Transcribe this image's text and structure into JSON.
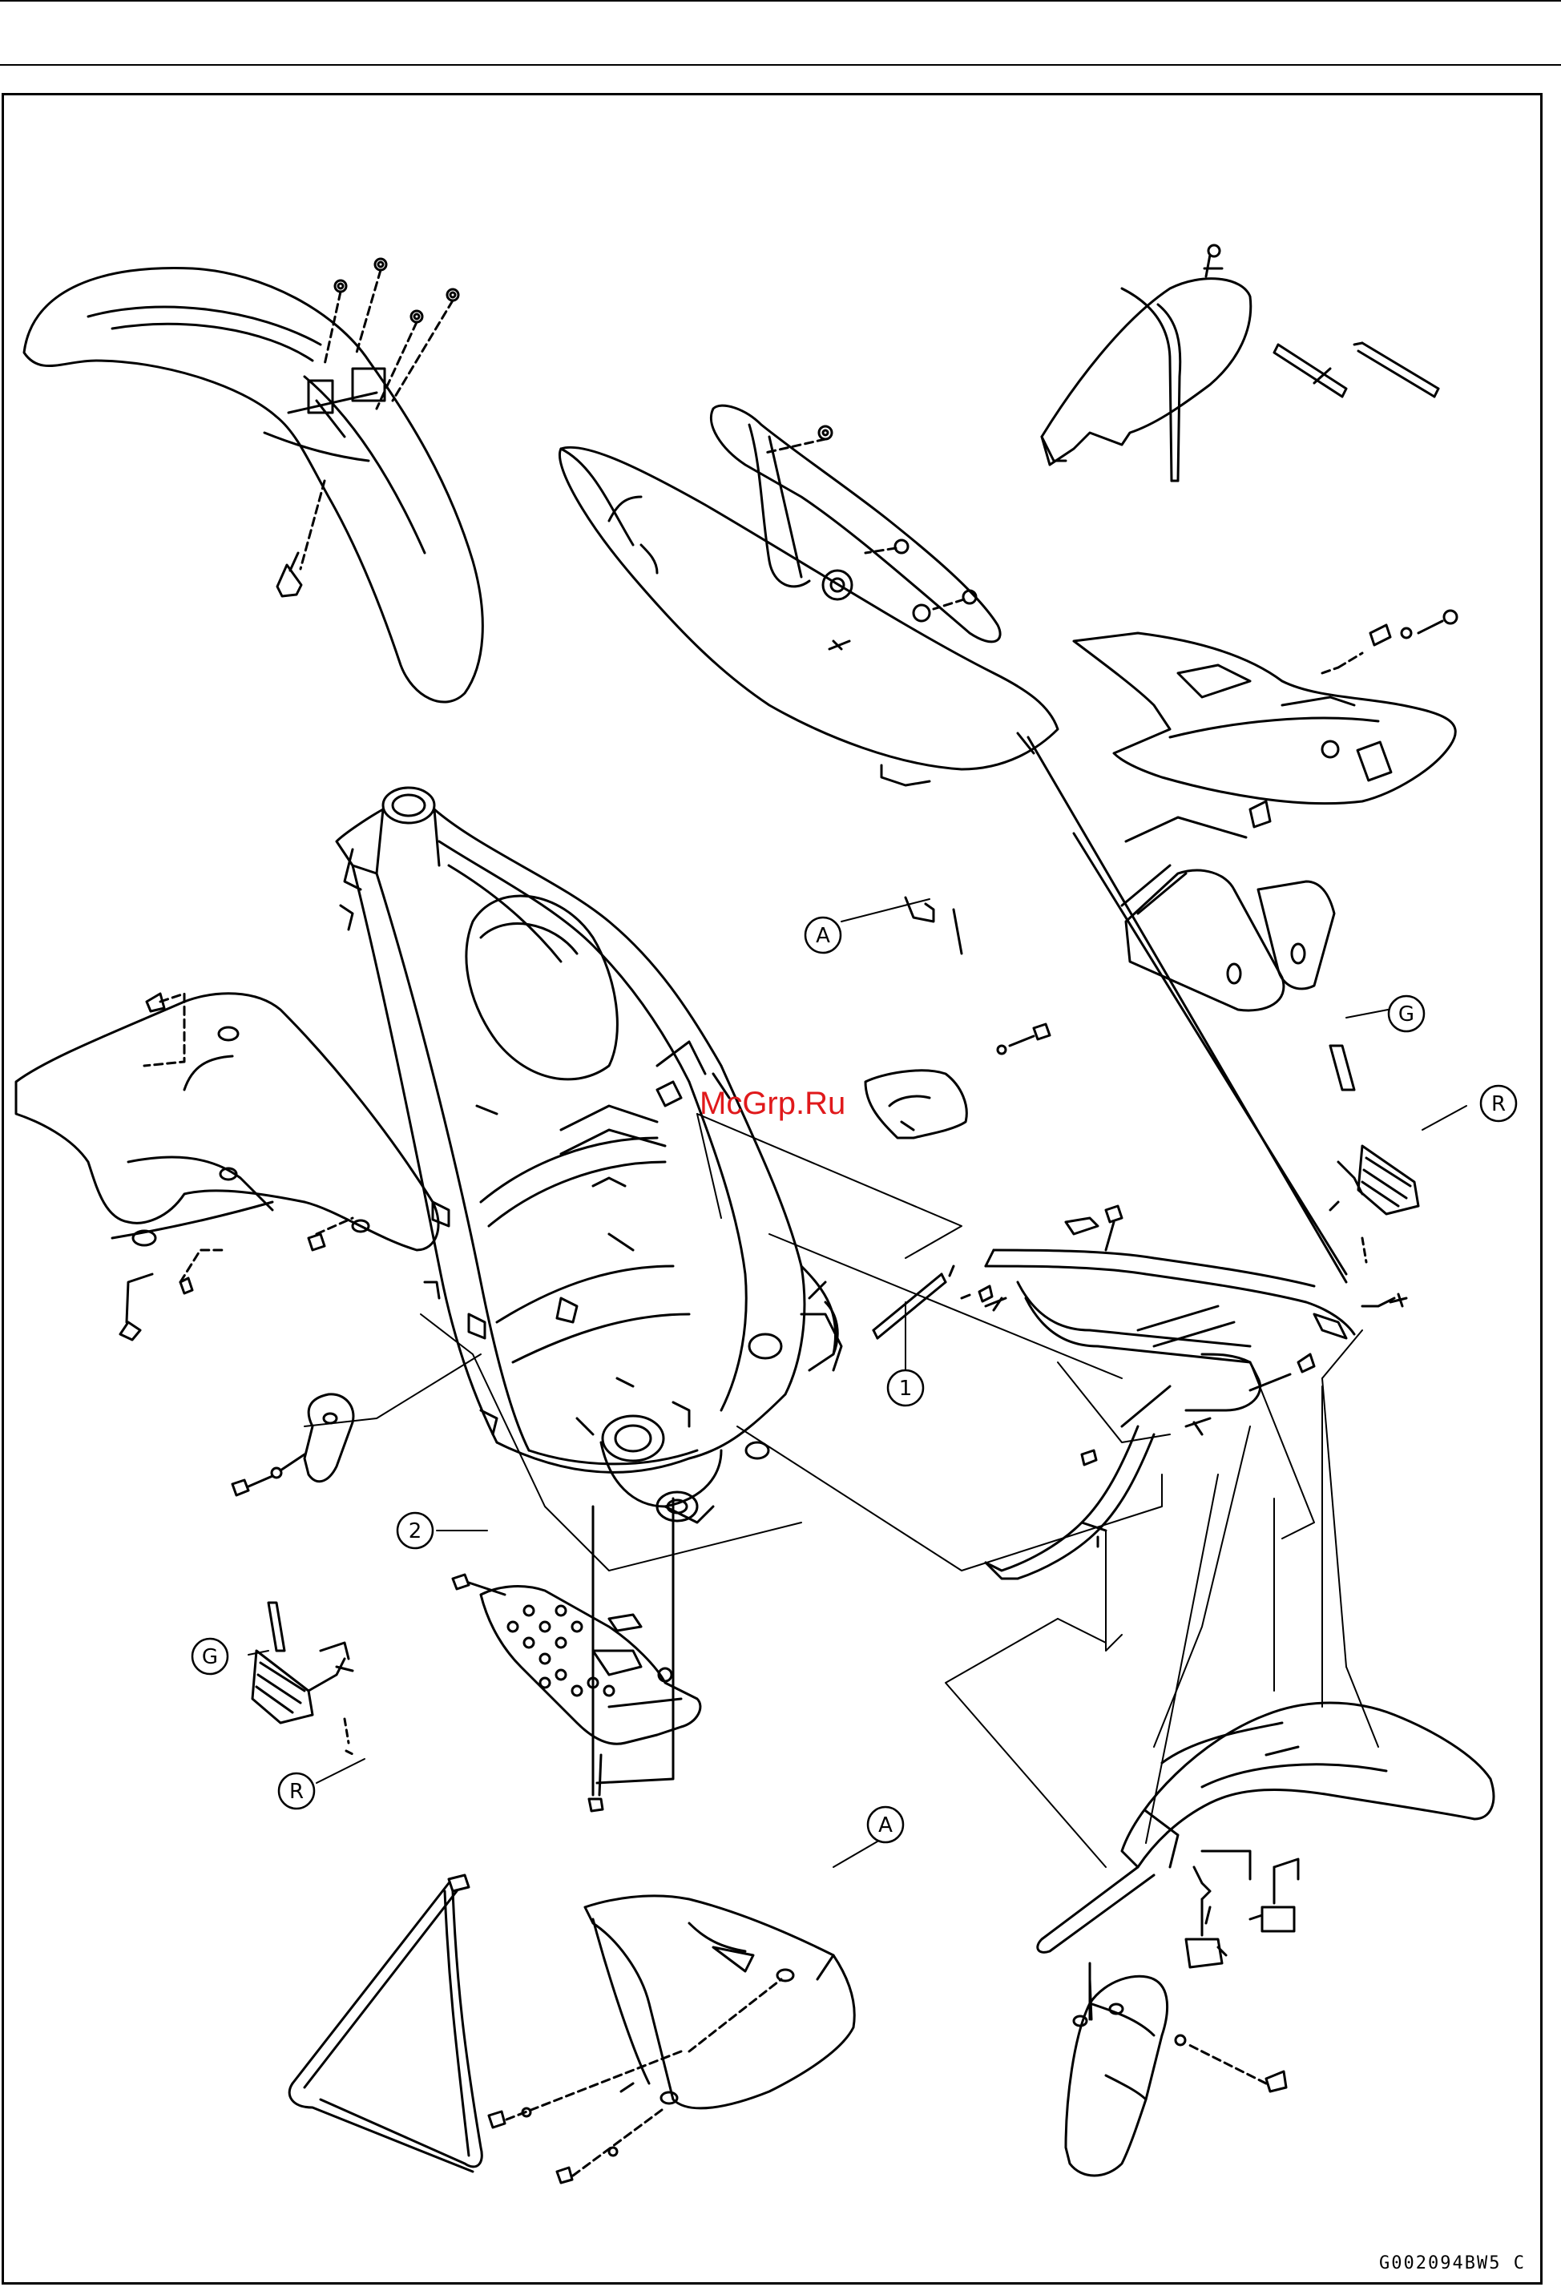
{
  "figure_code": "G002094BW5 C",
  "watermark": "McGrp.Ru",
  "callouts": {
    "c1": "1",
    "c2": "2",
    "a_seat": "A",
    "a_cover": "A",
    "g_right": "G",
    "g_left": "G",
    "r_right": "R",
    "r_left": "R"
  },
  "colors": {
    "line": "#000000",
    "watermark": "#e0191b",
    "background": "#ffffff"
  }
}
